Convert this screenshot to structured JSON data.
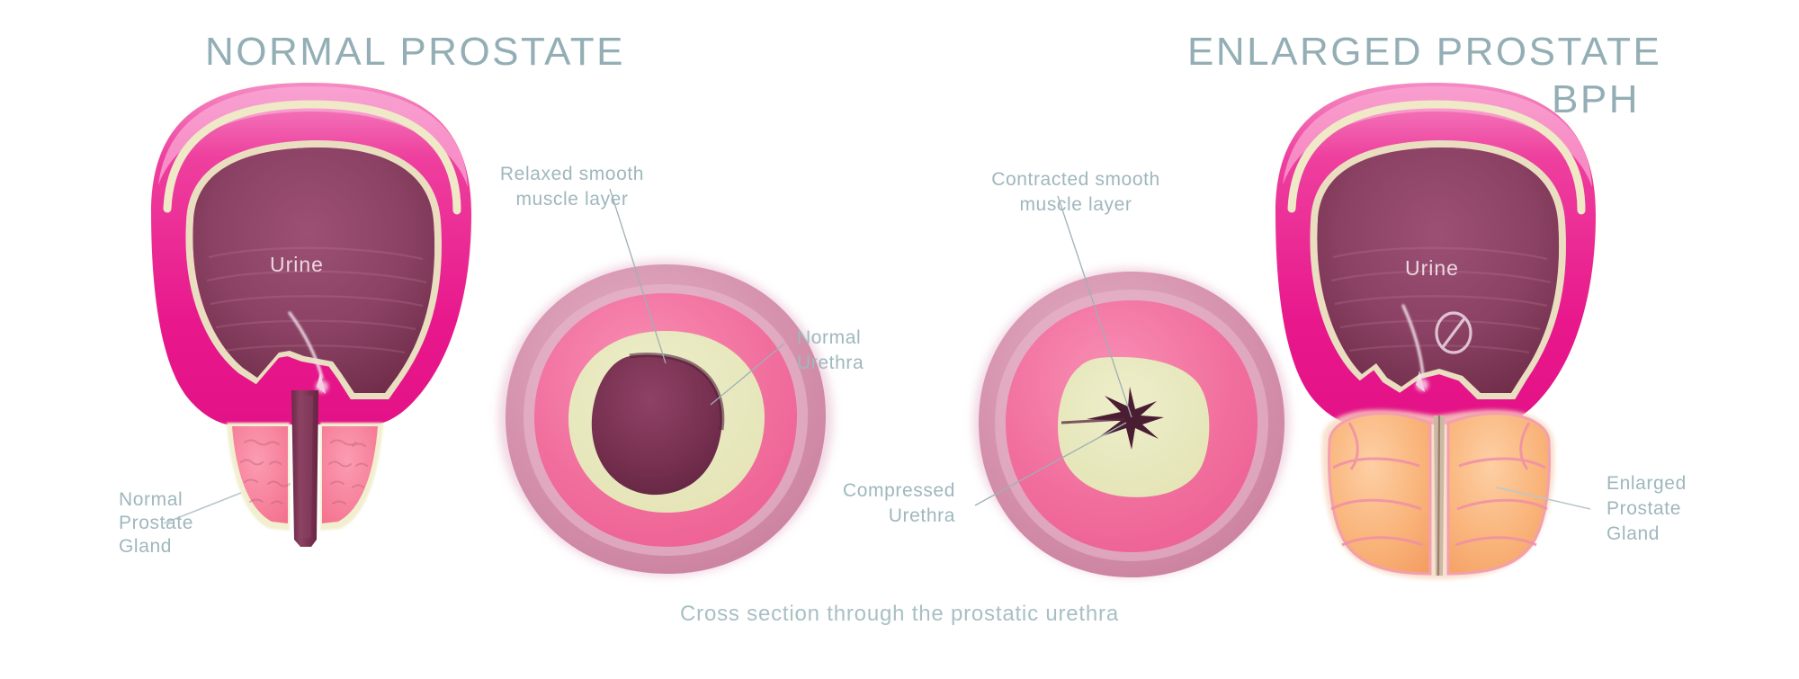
{
  "figure": {
    "kind": "medical-illustration",
    "subject": "Normal prostate vs enlarged prostate (BPH) with prostatic urethra cross sections",
    "background_color": "#ffffff"
  },
  "titles": {
    "left": "NORMAL PROSTATE",
    "right_line1": "ENLARGED PROSTATE",
    "right_line2": "BPH"
  },
  "caption": "Cross section through the prostatic urethra",
  "labels": {
    "relaxed_muscle": {
      "line1": "Relaxed smooth",
      "line2": "muscle layer"
    },
    "normal_urethra": {
      "line1": "Normal",
      "line2": "Urethra"
    },
    "contracted_muscle": {
      "line1": "Contracted smooth",
      "line2": "muscle layer"
    },
    "compressed_urethra": {
      "line1": "Compressed",
      "line2": "Urethra"
    },
    "normal_gland": {
      "line1": "Normal",
      "line2": "Prostate",
      "line3": "Gland"
    },
    "enlarged_gland": {
      "line1": "Enlarged",
      "line2": "Prostate",
      "line3": "Gland"
    }
  },
  "bladder_labels": {
    "left_urine": "Urine",
    "right_urine": "Urine",
    "blocked_icon": "no-flow-icon"
  },
  "colors": {
    "title_text": "#93aeb4",
    "label_text": "#9fb7bd",
    "caption_text": "#a8bfc4",
    "leader_line": "#b9c7cb",
    "bladder_wall_magenta": "#e8288f",
    "bladder_wall_magenta_light": "#f05fae",
    "bladder_cream_outline": "#efe9c8",
    "urine_dark": "#7d3552",
    "urine_dark_mid": "#91476a",
    "normal_gland_pink": "#f7869f",
    "enlarged_gland_orange": "#f9b27a",
    "enlarged_gland_orange_light": "#fcc799",
    "cross_outer_mauve": "#d28ba8",
    "cross_mid_pink": "#f06e9c",
    "cross_cream": "#e8e8bc",
    "cross_lumen": "#6e2d49",
    "urine_text": "#f3e3ea"
  },
  "cross_sections": {
    "left": {
      "name": "normal-prostatic-urethra-cross-section",
      "layers": [
        "outer mauve capsule",
        "bright pink smooth muscle",
        "pale cream submucosa",
        "open dark urethral lumen"
      ],
      "lumen_state": "open"
    },
    "right": {
      "name": "compressed-prostatic-urethra-cross-section",
      "layers": [
        "outer mauve capsule",
        "thick bright pink contracted muscle",
        "pale cream submucosa",
        "slit-like compressed lumen"
      ],
      "lumen_state": "compressed-slit"
    }
  }
}
